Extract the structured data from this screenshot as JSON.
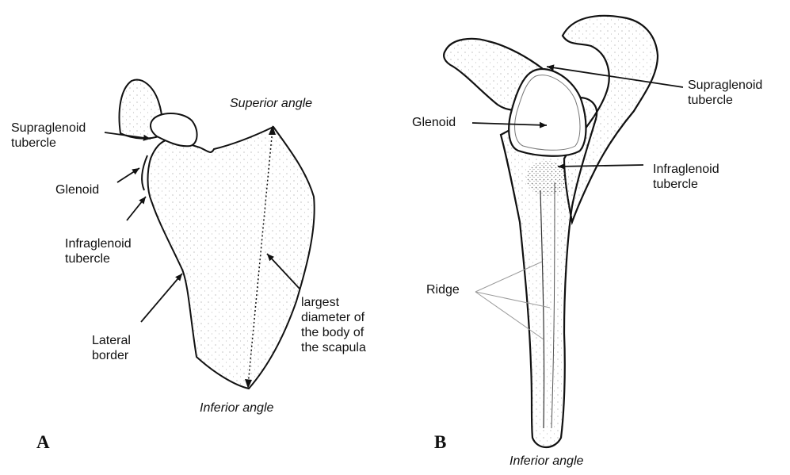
{
  "panel_a": {
    "letter": "A",
    "labels": {
      "superior_angle": "Superior angle",
      "supraglenoid": "Supraglenoid\ntubercle",
      "glenoid": "Glenoid",
      "infraglenoid": "Infraglenoid\ntubercle",
      "lateral_border": "Lateral\nborder",
      "largest_diameter": "largest\ndiameter of\nthe body of\nthe scapula",
      "inferior_angle": "Inferior angle"
    }
  },
  "panel_b": {
    "letter": "B",
    "labels": {
      "supraglenoid": "Supraglenoid\ntubercle",
      "glenoid": "Glenoid",
      "infraglenoid": "Infraglenoid\ntubercle",
      "ridge": "Ridge",
      "inferior_angle": "Inferior angle"
    }
  },
  "colors": {
    "ink": "#111111",
    "ridge_line": "#9a9a9a",
    "background": "#ffffff"
  }
}
